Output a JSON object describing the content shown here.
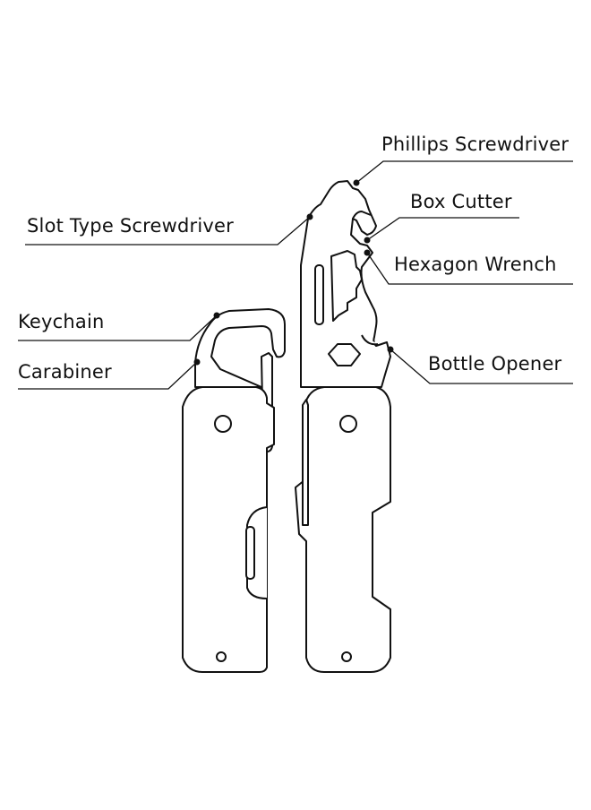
{
  "diagram": {
    "labels": {
      "phillips": "Phillips Screwdriver",
      "box_cutter": "Box Cutter",
      "slot_type": "Slot Type Screwdriver",
      "hexagon_wrench": "Hexagon Wrench",
      "keychain": "Keychain",
      "bottle_opener": "Bottle Opener",
      "carabiner": "Carabiner"
    },
    "colors": {
      "line": "#111111",
      "background": "#ffffff"
    }
  }
}
